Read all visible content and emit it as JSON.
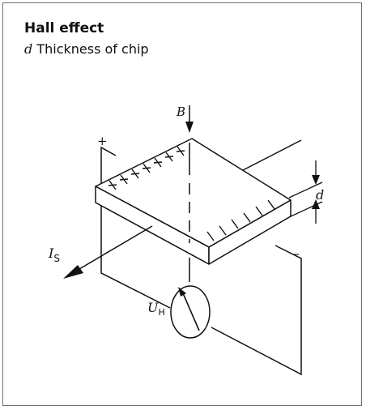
{
  "caption": {
    "title": "Hall effect",
    "legend_symbol": "d",
    "legend_text": "Thickness of chip"
  },
  "labels": {
    "magnetic_field": "B",
    "thickness": "d",
    "current_symbol": "I",
    "current_subscript": "S",
    "voltage_symbol": "U",
    "voltage_subscript": "H",
    "positive_sign": "+",
    "negative_sign": "–"
  },
  "icons": [
    "voltmeter-icon"
  ]
}
